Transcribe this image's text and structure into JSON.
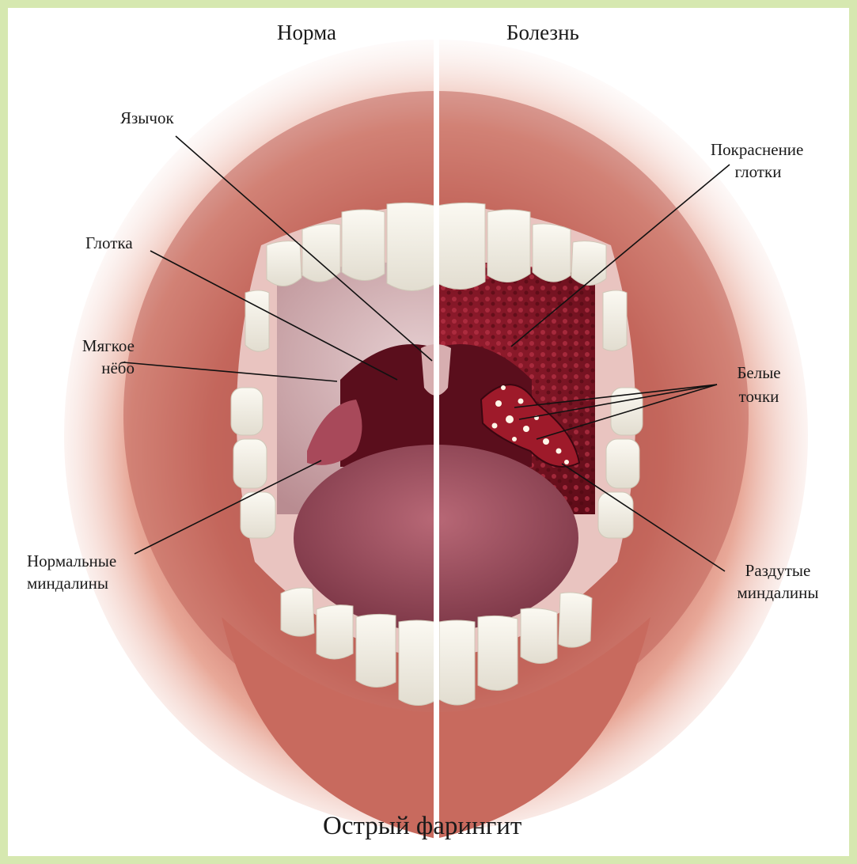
{
  "headings": {
    "left": "Норма",
    "right": "Болезнь"
  },
  "title": "Острый фарингит",
  "labels": {
    "uvula": "Язычок",
    "pharynx": "Глотка",
    "soft_palate_1": "Мягкое",
    "soft_palate_2": "нёбо",
    "normal_tonsils_1": "Нормальные",
    "normal_tonsils_2": "миндалины",
    "redness_1": "Покраснение",
    "redness_2": "глотки",
    "white_spots_1": "Белые",
    "white_spots_2": "точки",
    "swollen_tonsils_1": "Раздутые",
    "swollen_tonsils_2": "миндалины"
  },
  "colors": {
    "border": "#d6e8b0",
    "lips": "#d88a7c",
    "tongue": "#a05060",
    "healthy_throat": "#c9a2a6",
    "inflamed_throat": "#7a1424",
    "divider": "#ffffff"
  }
}
